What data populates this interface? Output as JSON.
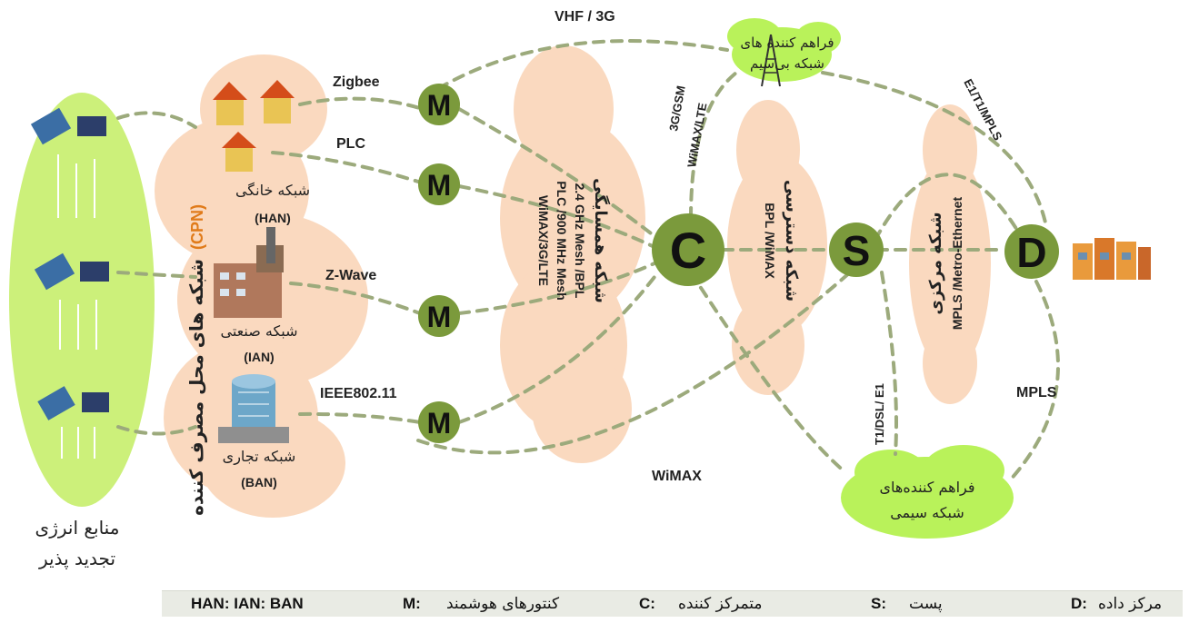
{
  "labels": {
    "vhf": "VHF / 3G",
    "zigbee": "Zigbee",
    "plc": "PLC",
    "zwave": "Z-Wave",
    "ieee": "IEEE802.11",
    "gsm1": "3G/GSM",
    "gsm2": "WiMAX/LTE",
    "e1t1": "E1/T1/MPLS",
    "t1dsl": "T1/DSL/ E1",
    "mpls": "MPLS",
    "wimax_bottom": "WiMAX"
  },
  "regions": {
    "renewable_line1": "منابع انرژی",
    "renewable_line2": "تجدید پذیر",
    "cpn_title": "شبکه های محل مصرف کننده",
    "cpn_abbr": "(CPN)",
    "han_fa": "شبکه خانگی",
    "han_en": "(HAN)",
    "ian_fa": "شبکه صنعتی",
    "ian_en": "(IAN)",
    "ban_fa": "شبکه تجاری",
    "ban_en": "(BAN)",
    "nan_title": "شبکه همسایگی",
    "nan_l1": "2.4 GHz Mesh /BPL",
    "nan_l2": "PLC /900 MHz Mesh",
    "nan_l3": "WiMAX/3G/LTE",
    "access_title": "شبکه دسترسی",
    "access_l1": "BPL /WiMAX",
    "core_title": "شبکه مرکزی",
    "core_l1": "MPLS /Metro-Ethernet",
    "wireless_l1": "فراهم کننده های",
    "wireless_l2": "شبکه بی‌سیم",
    "wired_l1": "فراهم کننده‌های",
    "wired_l2": "شبکه سیمی"
  },
  "nodes": {
    "m": "M",
    "c": "C",
    "s": "S",
    "d": "D"
  },
  "legend": {
    "han_ian_ban": "HAN: IAN: BAN",
    "m_key": "M:",
    "m_text": "کنتورهای هوشمند",
    "c_key": "C:",
    "c_text": "متمرکز کننده",
    "s_key": "S:",
    "s_text": "پست",
    "d_key": "D:",
    "d_text": "مرکز داده"
  },
  "colors": {
    "node_green": "#7b9a3c",
    "link_gray_green": "#9caa7c",
    "cloud_peach": "#fad9bf",
    "renewable_lime": "#ccf07a",
    "provider_green": "#b9f25a",
    "cpn_orange": "#e07b1a"
  }
}
